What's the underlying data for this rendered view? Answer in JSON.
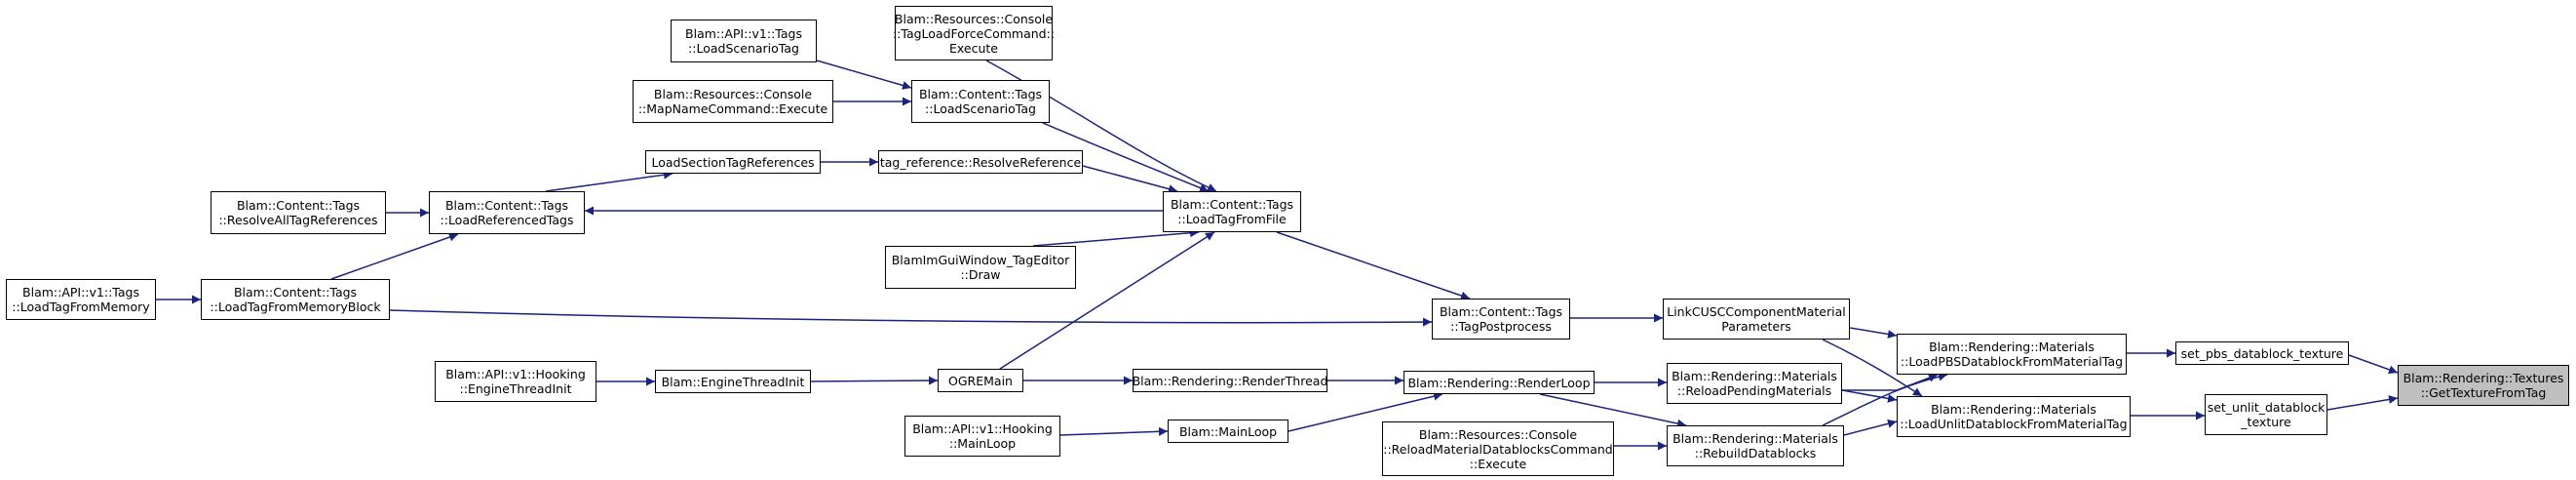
{
  "nodes": {
    "api_loadscenariotag": [
      "Blam::API::v1::Tags",
      "::LoadScenarioTag"
    ],
    "taglfc_execute": [
      "Blam::Resources::Console",
      "::TagLoadForceCommand::",
      "Execute"
    ],
    "mapname_execute": [
      "Blam::Resources::Console",
      "::MapNameCommand::Execute"
    ],
    "content_loadscenariotag": [
      "Blam::Content::Tags",
      "::LoadScenarioTag"
    ],
    "loadsection": [
      "LoadSectionTagReferences"
    ],
    "resolvereference": [
      "tag_reference::ResolveReference"
    ],
    "resolvealltagrefs": [
      "Blam::Content::Tags",
      "::ResolveAllTagReferences"
    ],
    "loadreferencedtags": [
      "Blam::Content::Tags",
      "::LoadReferencedTags"
    ],
    "loadtagfromfile": [
      "Blam::Content::Tags",
      "::LoadTagFromFile"
    ],
    "imgui_draw": [
      "BlamImGuiWindow_TagEditor",
      "::Draw"
    ],
    "api_loadtagfrommemory": [
      "Blam::API::v1::Tags",
      "::LoadTagFromMemory"
    ],
    "loadtagfrommemoryblock": [
      "Blam::Content::Tags",
      "::LoadTagFromMemoryBlock"
    ],
    "tagpostprocess": [
      "Blam::Content::Tags",
      "::TagPostprocess"
    ],
    "linkcusc": [
      "LinkCUSCComponentMaterial",
      "Parameters"
    ],
    "loadpbs": [
      "Blam::Rendering::Materials",
      "::LoadPBSDatablockFromMaterialTag"
    ],
    "set_pbs": [
      "set_pbs_datablock_texture"
    ],
    "gettexture": [
      "Blam::Rendering::Textures",
      "::GetTextureFromTag"
    ],
    "enginethreadinit_api": [
      "Blam::API::v1::Hooking",
      "::EngineThreadInit"
    ],
    "enginethreadinit": [
      "Blam::EngineThreadInit"
    ],
    "ogremain": [
      "OGREMain"
    ],
    "renderthread": [
      "Blam::Rendering::RenderThread"
    ],
    "renderloop": [
      "Blam::Rendering::RenderLoop"
    ],
    "reloadpending": [
      "Blam::Rendering::Materials",
      "::ReloadPendingMaterials"
    ],
    "loadunlit": [
      "Blam::Rendering::Materials",
      "::LoadUnlitDatablockFromMaterialTag"
    ],
    "set_unlit": [
      "set_unlit_datablock",
      "_texture"
    ],
    "mainloop_api": [
      "Blam::API::v1::Hooking",
      "::MainLoop"
    ],
    "mainloop": [
      "Blam::MainLoop"
    ],
    "reloadmatcmd": [
      "Blam::Resources::Console",
      "::ReloadMaterialDatablocksCommand",
      "::Execute"
    ],
    "rebuild": [
      "Blam::Rendering::Materials",
      "::RebuildDatablocks"
    ]
  },
  "colors": {
    "edge": "#1a237e",
    "border": "#000000",
    "highlight": "#bfbfbf"
  }
}
